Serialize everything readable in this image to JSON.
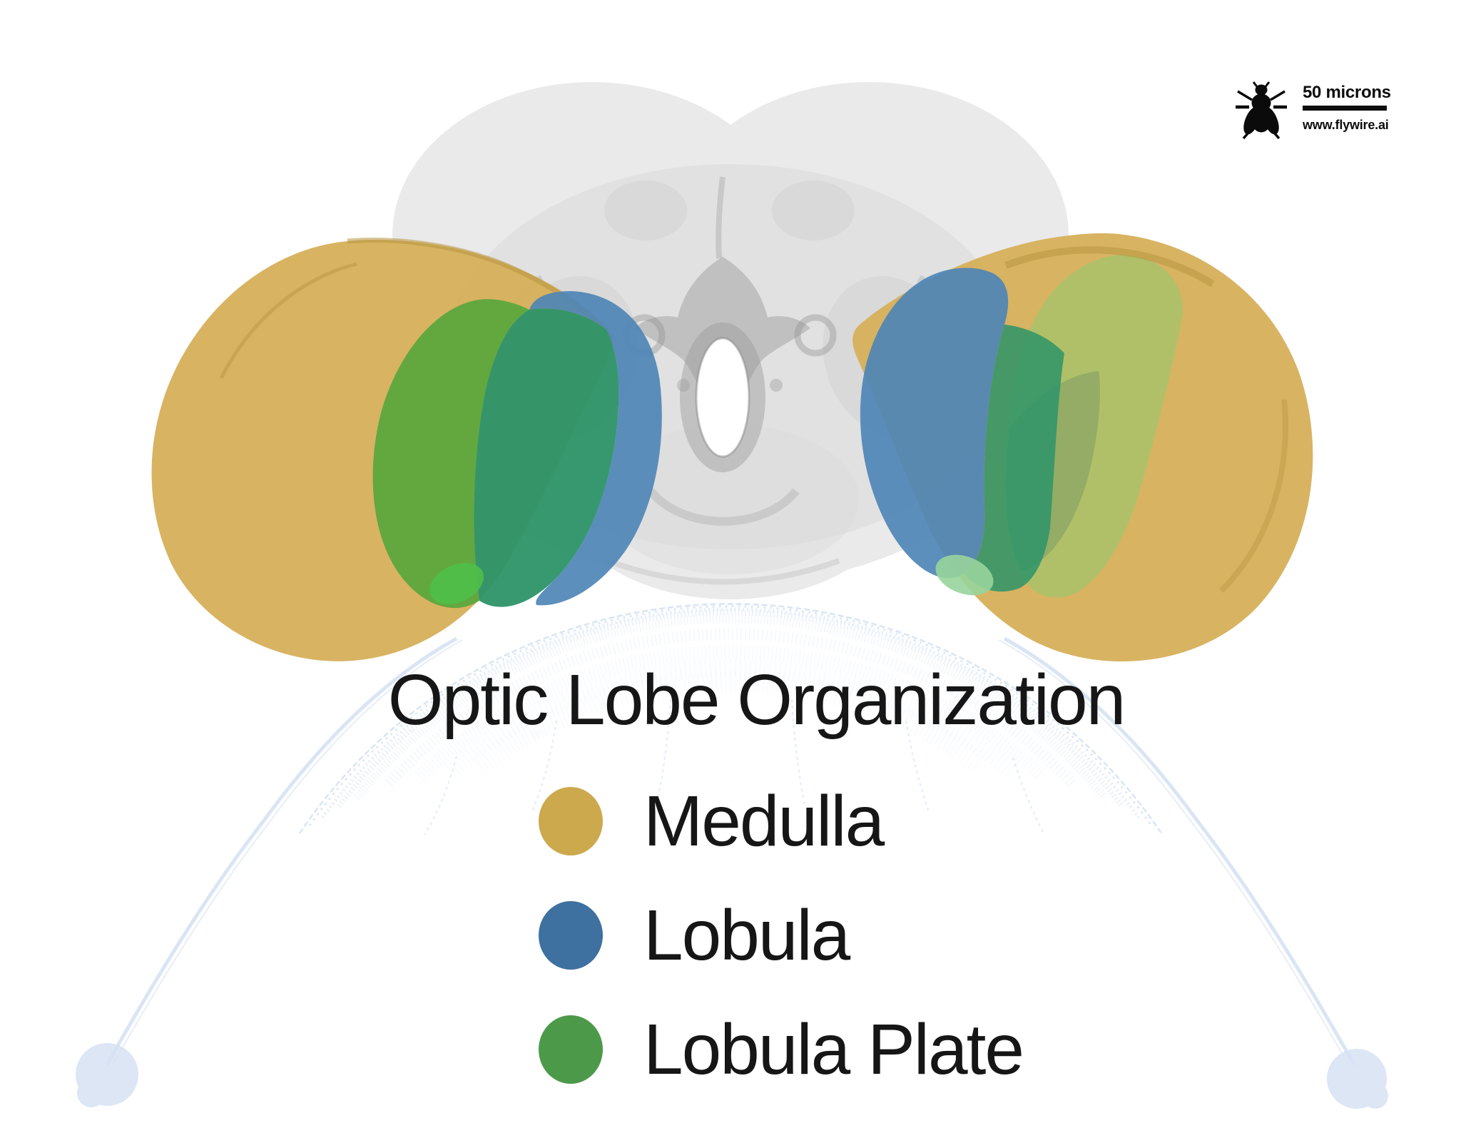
{
  "header": {
    "scale_label": "50 microns",
    "website": "www.flywire.ai"
  },
  "title": "Optic Lobe Organization",
  "legend": {
    "items": [
      {
        "label": "Medulla",
        "color": "#cda94e"
      },
      {
        "label": "Lobula",
        "color": "#3e70a0"
      },
      {
        "label": "Lobula Plate",
        "color": "#4c9a49"
      }
    ]
  },
  "scene": {
    "brain_color": "#e9e9e9",
    "brain_detail_color": "#8f8f8f",
    "medulla_color": "#d6b05c",
    "medulla_rim_color": "#b8953f",
    "lobula_color": "#4e86b6",
    "lobula_plate_color": "#5ca83d",
    "lobula_overlap_color": "#2d9468",
    "plate_through_medulla_color": "#aec168",
    "plate_shadow_color": "#7e9a63",
    "bright_green_tip_color": "#4fbf49",
    "pale_green_tip_color": "#98d49c",
    "trace_color": "#d6e2f3",
    "text_color": "#161616"
  }
}
